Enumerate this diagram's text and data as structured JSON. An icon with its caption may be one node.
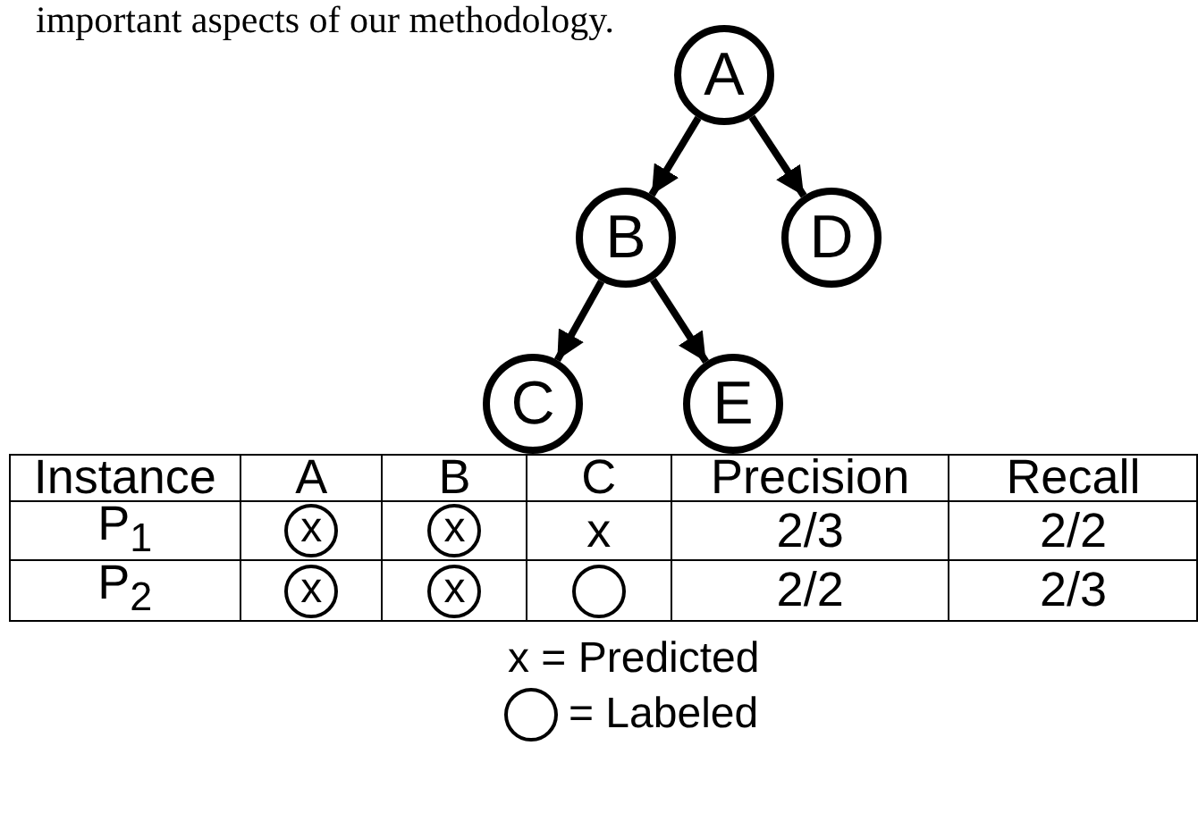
{
  "diagram": {
    "nodes": [
      {
        "text": [
          "A"
        ]
      },
      {
        "text": [
          "B"
        ]
      },
      {
        "text": [
          "D"
        ]
      },
      {
        "text": [
          "C"
        ]
      },
      {
        "text": [
          "E"
        ]
      }
    ],
    "edges": [
      {
        "from": 0,
        "to": 1,
        "arrow": "to"
      },
      {
        "from": 0,
        "to": 2,
        "arrow": "to"
      },
      {
        "from": 1,
        "to": 3,
        "arrow": "to"
      },
      {
        "from": 1,
        "to": 4,
        "arrow": "to"
      }
    ],
    "labels": [
      "important aspects of our methodology.",
      "Instance",
      "A",
      "B",
      "C",
      "Precision",
      "Recall",
      "P$_{1}$",
      "x",
      "x",
      "x",
      "2/3",
      "2/2",
      "P$_{2}$",
      "x",
      "x",
      "2/2",
      "2/3"
    ],
    "legend": [
      {
        "text": "x = Predicted"
      },
      {
        "text": "= Labeled"
      }
    ]
  }
}
